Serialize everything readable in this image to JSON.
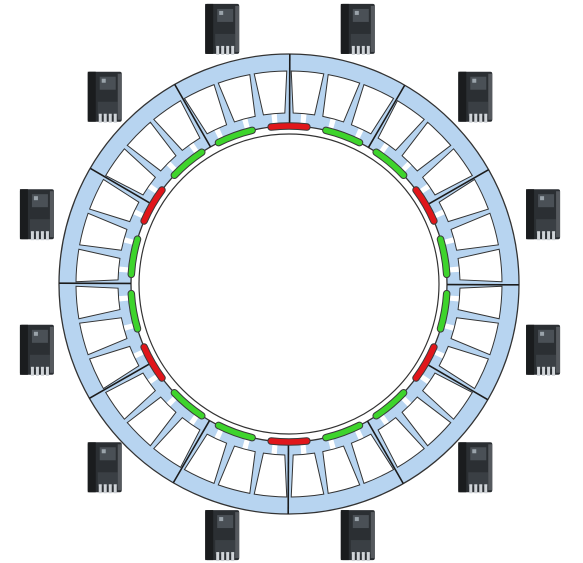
{
  "diagram": {
    "stator_segments": 12,
    "slots_per_segment": 3,
    "drive_units": 12,
    "winding_coils": [
      {
        "color": "red"
      },
      {
        "color": "green"
      },
      {
        "color": "green"
      },
      {
        "color": "red"
      },
      {
        "color": "green"
      },
      {
        "color": "green"
      },
      {
        "color": "red"
      },
      {
        "color": "green"
      },
      {
        "color": "green"
      },
      {
        "color": "red"
      },
      {
        "color": "green"
      },
      {
        "color": "green"
      },
      {
        "color": "red"
      },
      {
        "color": "green"
      },
      {
        "color": "green"
      },
      {
        "color": "red"
      },
      {
        "color": "green"
      },
      {
        "color": "green"
      }
    ]
  },
  "colors": {
    "stator_fill": "#b7d4f0",
    "stator_stroke": "#333333",
    "coil_red": "#e0161b",
    "coil_green": "#3ed42c",
    "drive_body": "#2b2f33",
    "background": "#ffffff"
  }
}
